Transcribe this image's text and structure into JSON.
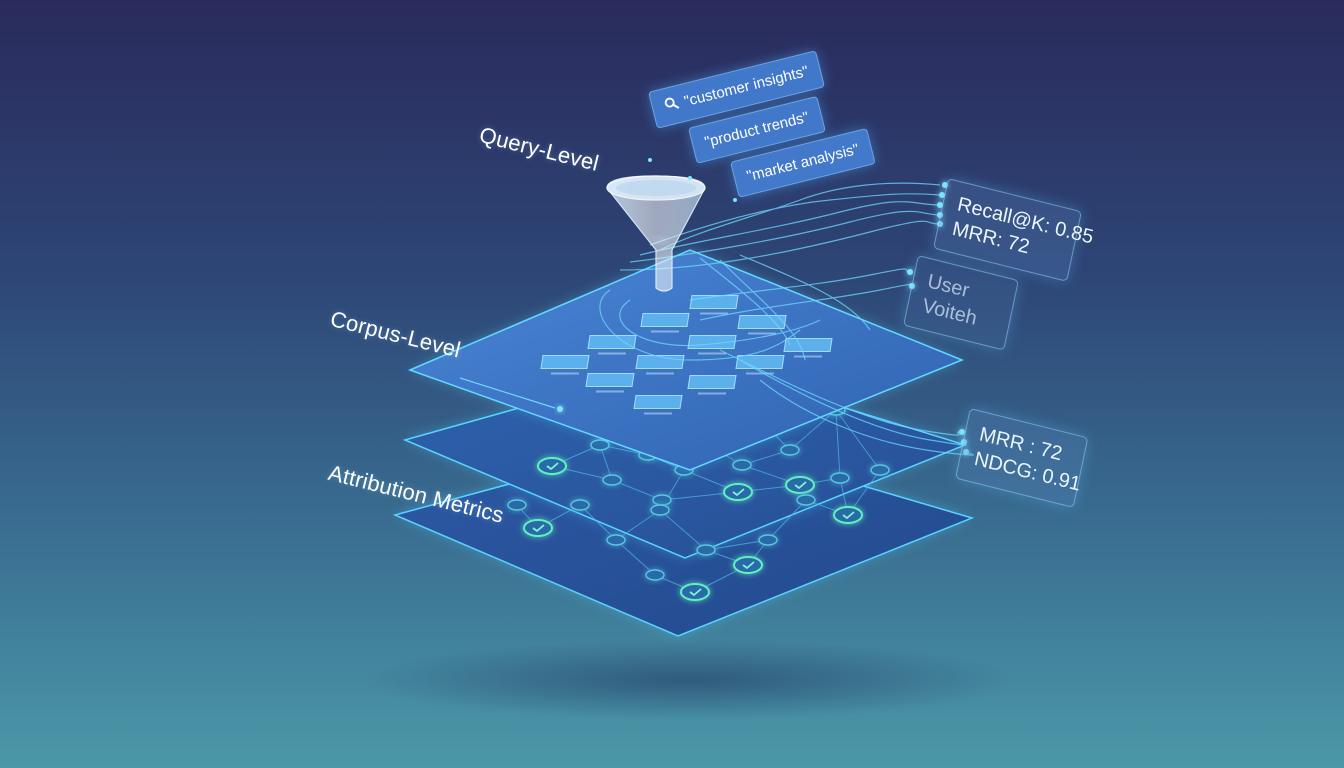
{
  "layers": {
    "query_level": "Query-Level",
    "corpus_level": "Corpus-Level",
    "attribution_metrics": "Attribution Metrics"
  },
  "queries": [
    "\"customer insights\"",
    "\"product trends\"",
    "\"market analysis\""
  ],
  "metric_cards": {
    "top": [
      "Recall@K: 0.85",
      "MRR: 72"
    ],
    "user": [
      "User",
      "Voiteh"
    ],
    "bottom": [
      "MRR : 72",
      "NDCG: 0.91"
    ]
  },
  "icons": {
    "query": "search-icon",
    "filter": "funnel-icon",
    "node": "check-circle-icon"
  },
  "colors": {
    "accent": "#3fc8ff",
    "node": "#4fe0b0",
    "layer_top": "#3f78c8",
    "layer_mid": "#2f5fa8",
    "layer_bottom": "#2c58a2"
  }
}
